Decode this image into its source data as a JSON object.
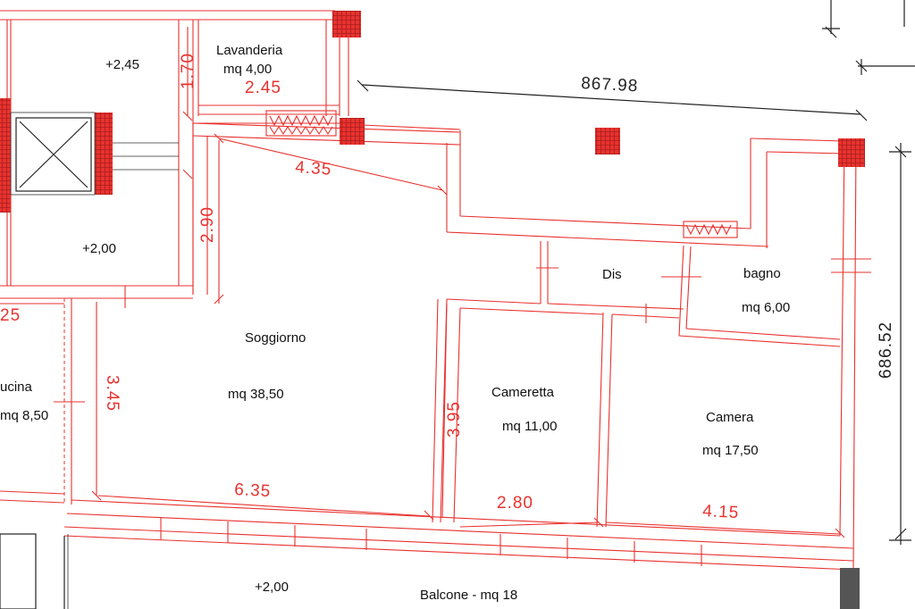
{
  "colors": {
    "wall": "#e8322f",
    "text": "#111111",
    "ink": "#222222",
    "column_fill": "#e8322f"
  },
  "rooms": {
    "lavanderia_name": "Lavanderia",
    "lavanderia_area": "mq 4,00",
    "soggiorno_name": "Soggiorno",
    "soggiorno_area": "mq 38,50",
    "cucina_name": "ucina",
    "cucina_area": "mq 8,50",
    "cameretta_name": "Cameretta",
    "cameretta_area": "mq 11,00",
    "camera_name": "Camera",
    "camera_area": "mq 17,50",
    "dis_name": "Dis",
    "bagno_name": "bagno",
    "bagno_area": "mq 6,00",
    "balcone_label": "Balcone - mq 18"
  },
  "levels": {
    "top_left": "+2,45",
    "mid_left": "+2,00",
    "balcony": "+2,00"
  },
  "dimensions": {
    "lav_height": "1.70",
    "lav_width": "2.45",
    "sogg_top_width": "4.35",
    "sogg_upper_height": "2.90",
    "sogg_height": "3.45",
    "sogg_bottom_width": "6.35",
    "cameretta_height": "3.95",
    "cameretta_width": "2.80",
    "camera_width": "4.15",
    "cucina_partial": "25",
    "overall_width": "867.98",
    "overall_height": "686.52"
  }
}
